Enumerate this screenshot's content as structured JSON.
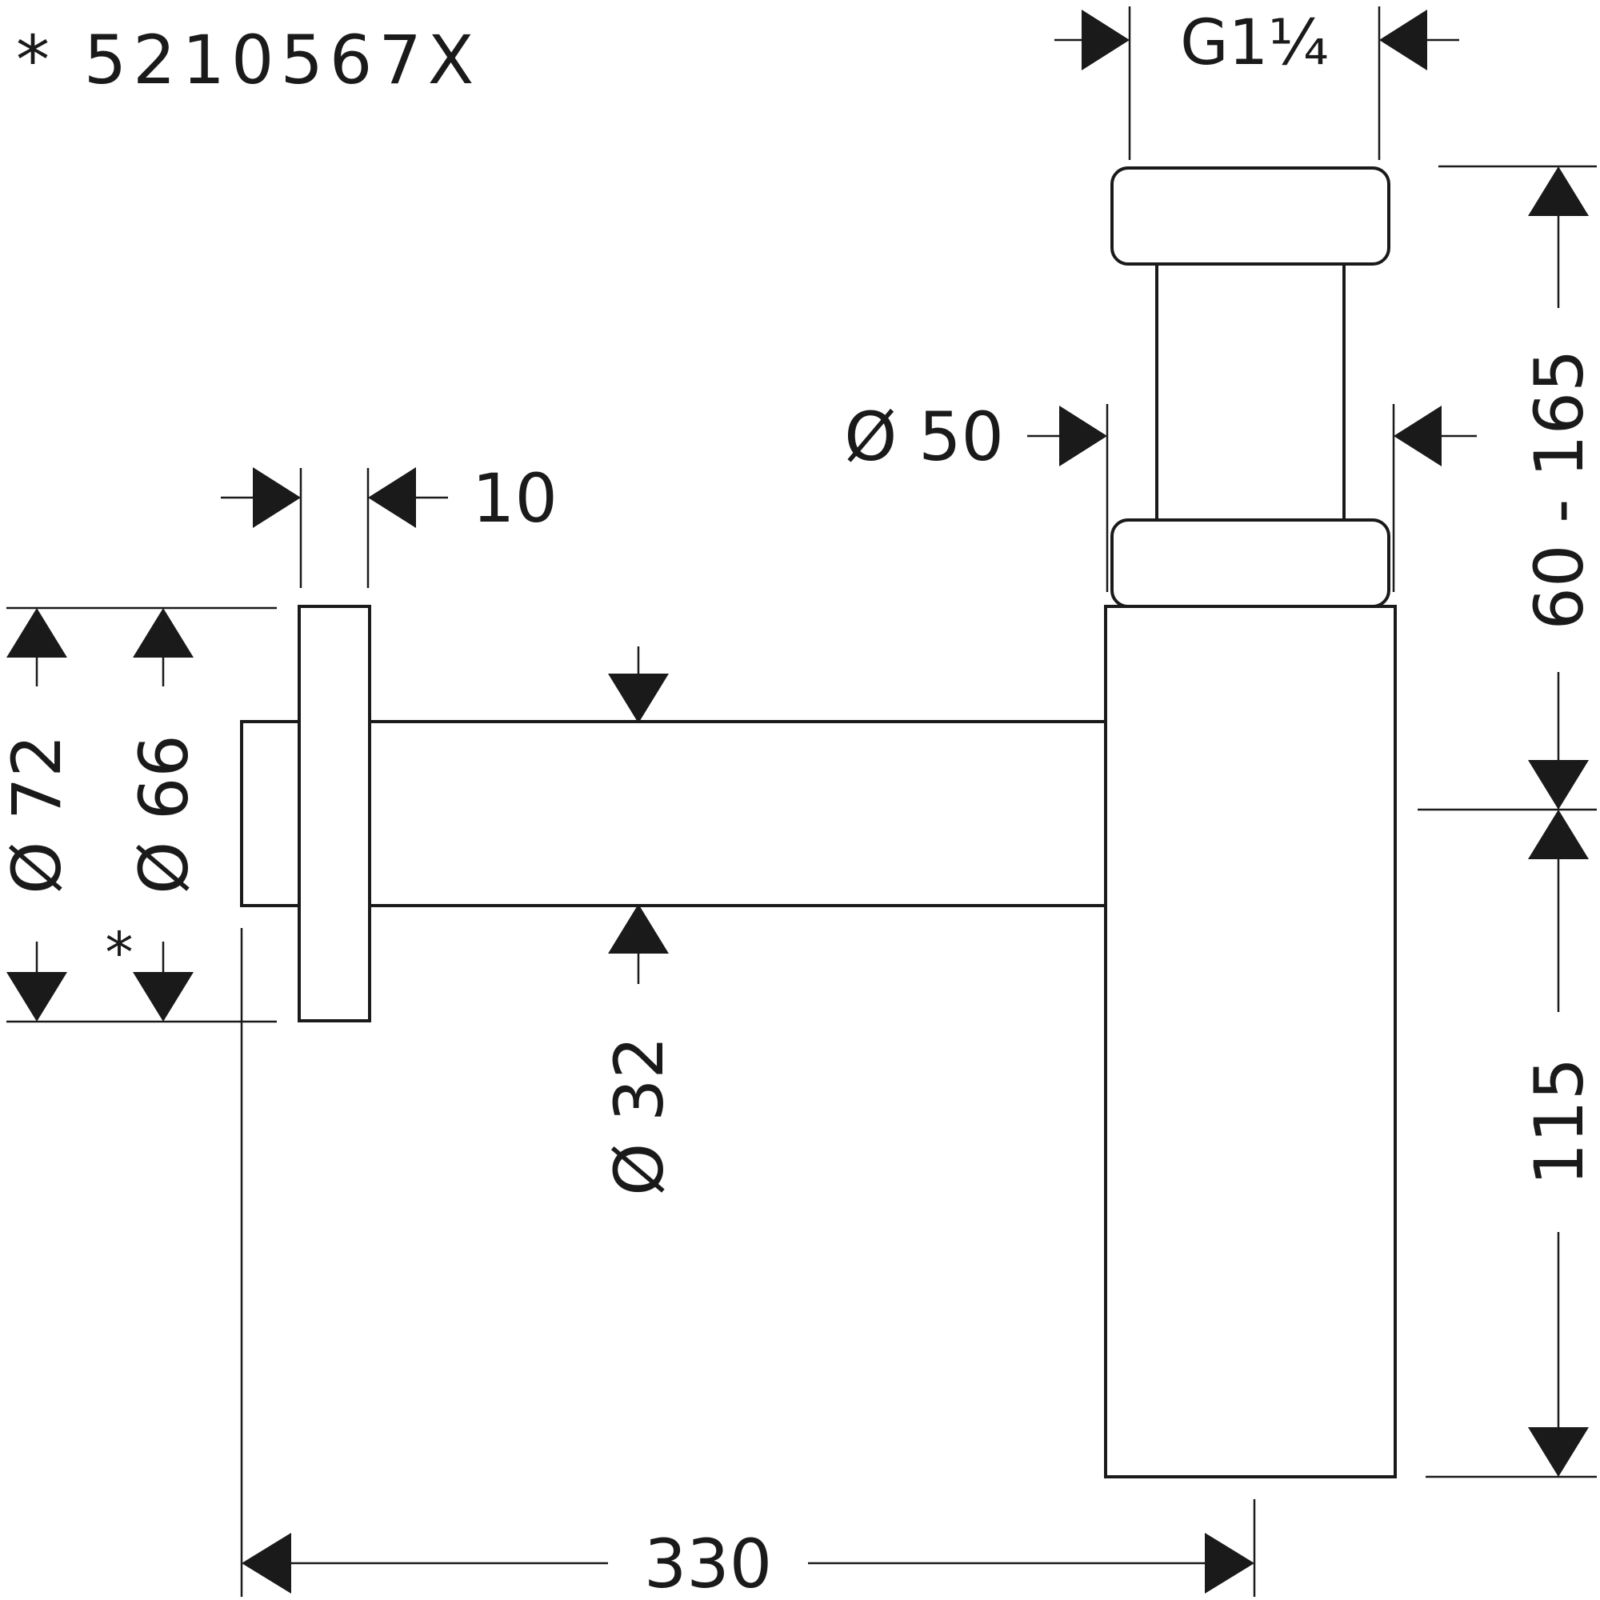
{
  "drawing": {
    "title_code": "* 5210567X",
    "labels": {
      "thread": "G1¼",
      "dia_50": "Ø 50",
      "width_10": "10",
      "dia_72": "Ø 72",
      "dia_66": "Ø 66",
      "asterisk": "*",
      "dia_32": "Ø 32",
      "height_range": "60 - 165",
      "height_115": "115",
      "length_330": "330"
    },
    "colors": {
      "line": "#1a1a1a",
      "background": "#ffffff"
    }
  }
}
